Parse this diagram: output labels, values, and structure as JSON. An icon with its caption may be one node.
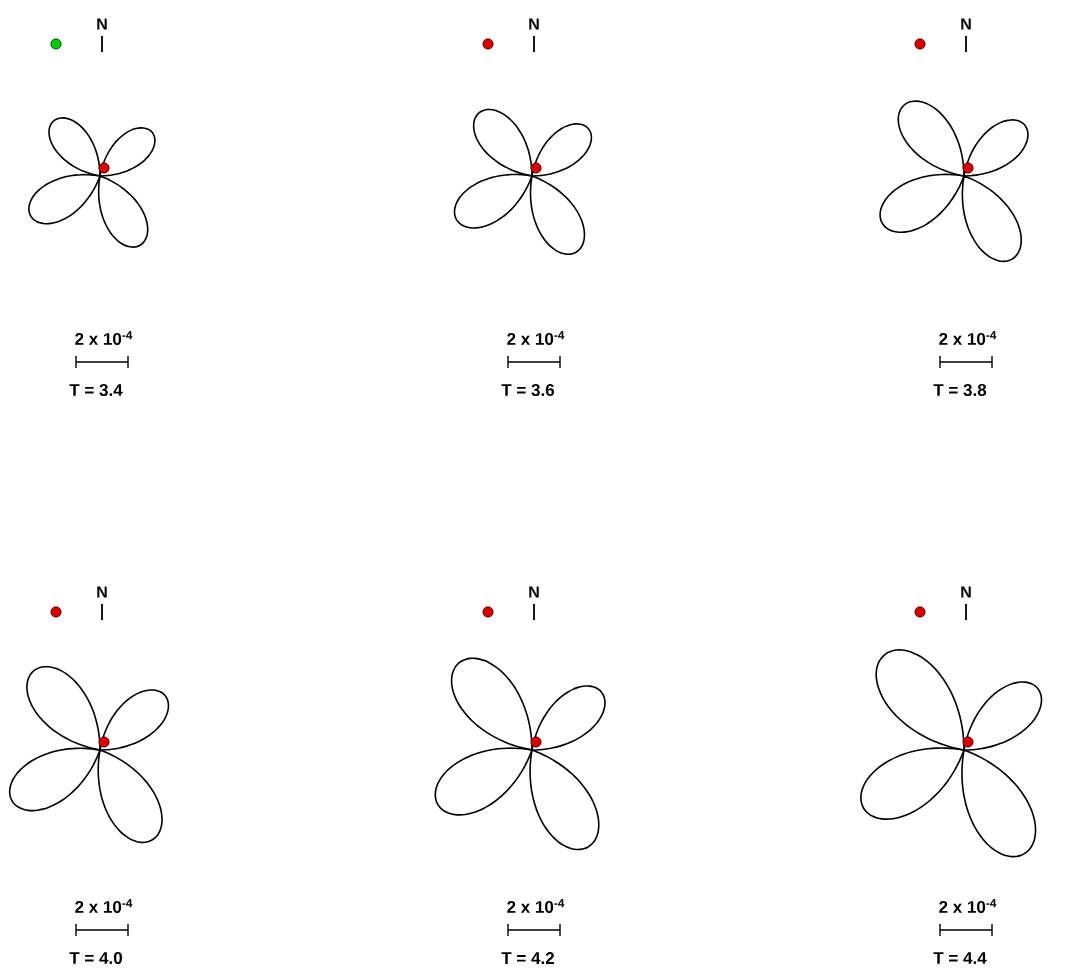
{
  "diagram": {
    "labels": [
      "N",
      "N",
      "N",
      "2 x 10$^{-4}$",
      "2 x 10$^{-4}$",
      "2 x 10$^{-4}$",
      "T = 3.4",
      "T = 3.6",
      "T = 3.8",
      "N",
      "N",
      "N",
      "2 x 10$^{-4}$",
      "2 x 10$^{-4}$",
      "2 x 10$^{-4}$",
      "T = 4.0",
      "T = 4.2",
      "T = 4.4"
    ]
  }
}
